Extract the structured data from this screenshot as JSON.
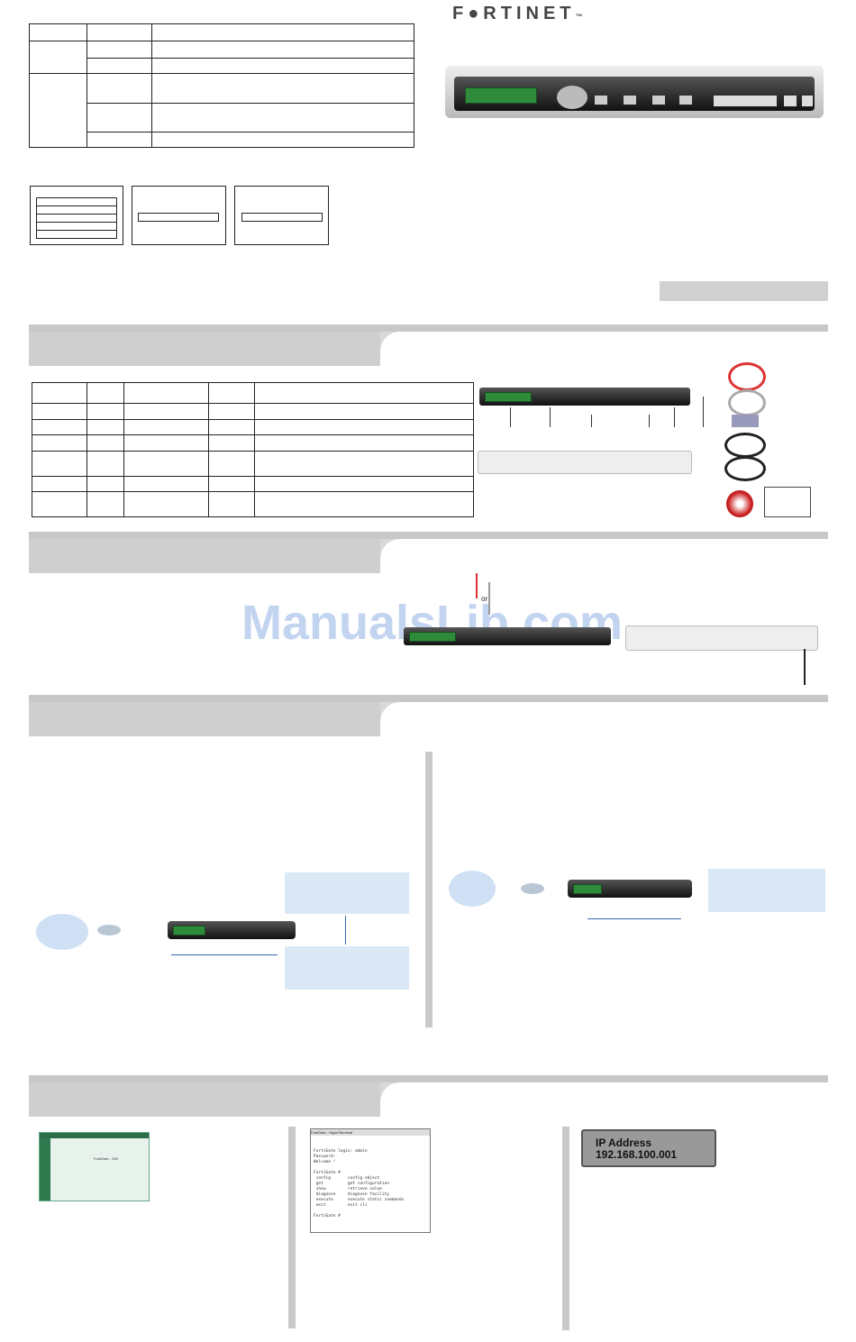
{
  "header": {
    "logo_text": "F●RTINET",
    "logo_trademark": "™"
  },
  "watermark": {
    "text": "ManualsLib.com"
  },
  "diagram": {
    "label_or": "or"
  },
  "lcd_display": {
    "line1": "IP Address",
    "line2": "192.168.100.001"
  },
  "cli_screenshot": {
    "title": "FortiGate - HyperTerminal",
    "text": "FortiGate login: admin\nPassword:\nWelcome !\n\nFortiGate #\n config       config object\n get          get configuration\n show         retrieve value\n diagnose     diagnose facility\n execute      execute static commands\n exit         exit cli\n\nFortiGate #"
  },
  "web_screenshot": {
    "login_title": "FortiGate - 300"
  },
  "colors": {
    "band_gray": "#d9d9d9",
    "lcd_green": "#2e8b3a",
    "lan_blue": "#dbe8f5"
  }
}
